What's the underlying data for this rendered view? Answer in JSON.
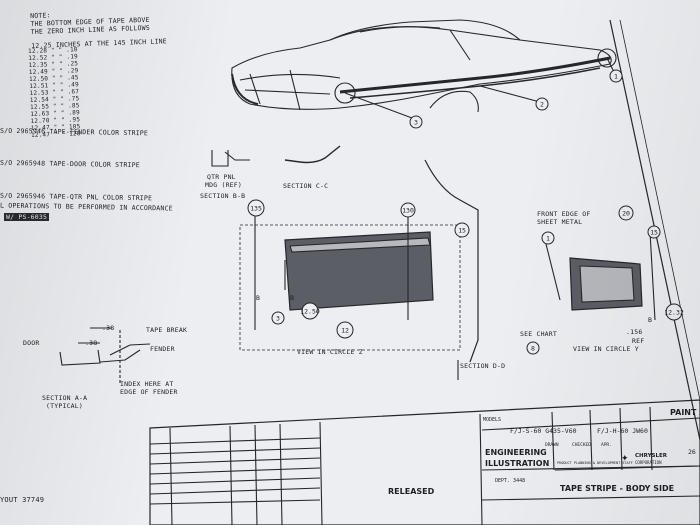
{
  "notes": {
    "header": "NOTE:",
    "line1": "THE BOTTOM EDGE OF TAPE ABOVE",
    "line2": "THE ZERO INCH LINE AS FOLLOWS",
    "line3": "12.25 INCHES AT THE 145 INCH LINE",
    "table": [
      "12.28       \"      \"  .10",
      "12.52       \"      \"  .19",
      "12.35       \"      \"  .25",
      "12.49       \"      \"  .29",
      "12.50       \"      \"  .45",
      "12.51       \"      \"  .49",
      "12.53       \"      \"  .67",
      "12.54       \"      \"  .75",
      "12.55       \"      \"  .85",
      "12.63       \"      \"  .89",
      "12.70       \"      \"  .95",
      "12.47       \"      \" 105",
      "12.47       \"      \" 120"
    ]
  },
  "parts": {
    "p1": "S/O 2965946 TAPE-FENDER COLOR STRIPE",
    "p2": "S/O 2965948 TAPE-DOOR COLOR STRIPE",
    "p3": "S/O 2965946 TAPE-QTR PNL COLOR STRIPE",
    "p4": "L OPERATIONS TO BE PERFORMED IN ACCORDANCE",
    "p5": "W/ PS-6035"
  },
  "labels": {
    "qtr_pnl": "QTR PNL",
    "mdg_ref": "MDG (REF)",
    "section_cc": "SECTION C-C",
    "section_bb": "SECTION B-B",
    "front_edge_1": "FRONT EDGE OF",
    "front_edge_2": "SHEET METAL",
    "view_z": "VIEW IN CIRCLE Z",
    "view_y": "VIEW IN CIRCLE Y",
    "see_chart": "SEE CHART",
    "section_dd": "SECTION D-D",
    "ref": "REF",
    "tape_break": "TAPE BREAK",
    "fender": "FENDER",
    "door": "DOOR",
    "index_1": "INDEX HERE AT",
    "index_2": "EDGE OF FENDER",
    "section_aa_1": "SECTION A-A",
    "section_aa_2": "(TYPICAL)",
    "dim_38a": ".38",
    "dim_38b": ".38",
    "dim_156": ".156",
    "balloon_1": "1",
    "balloon_2": "2",
    "balloon_3": "3",
    "balloon_135": "135",
    "balloon_130": "130",
    "balloon_15a": "15",
    "balloon_15b": "15",
    "balloon_20": "20",
    "balloon_1b": "1",
    "balloon_12": "12",
    "balloon_1250": "12.50",
    "balloon_1232": "12.32",
    "balloon_3b": "3",
    "balloon_8": "8",
    "b_left": "B",
    "b_mid": "B",
    "b_right": "B"
  },
  "title_block": {
    "models_label": "MODELS",
    "models_1": "F/J-S-60  G435-V60",
    "models_2": "F/J-H-60  JW60",
    "engineering": "ENGINEERING",
    "illustration": "ILLUSTRATION",
    "dept": "DEPT. 3448",
    "released": "RELEASED",
    "title": "TAPE STRIPE - BODY SIDE",
    "paint": "PAINT",
    "chrysler": "CHRYSLER",
    "corporation": "CORPORATION",
    "code": "26",
    "drawn": "DRAWN",
    "checked": "CHECKED",
    "apr": "APR.",
    "product_planning": "PRODUCT PLANNING & DEVELOPMENT STAFF"
  },
  "footer": {
    "stamp": "YOUT 37749"
  }
}
